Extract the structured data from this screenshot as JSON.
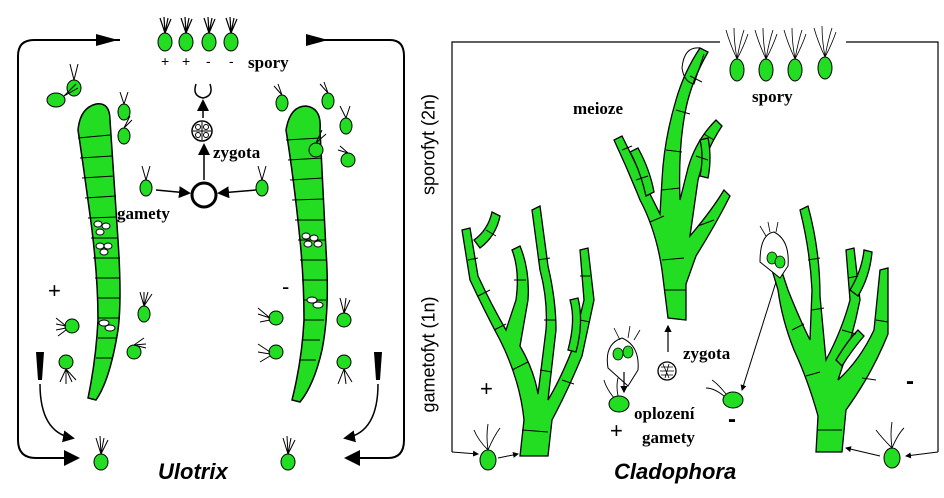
{
  "ulotrix": {
    "title": "Ulotrix",
    "spore_signs": [
      "+",
      "+",
      "-",
      "-"
    ],
    "spory": "spory",
    "zygota": "zygota",
    "gamety": "gamety",
    "plus": "+",
    "minus": "-"
  },
  "cladophora": {
    "title": "Cladophora",
    "meioze": "meioze",
    "spory": "spory",
    "sporofyt": "sporofyt (2n)",
    "gametofyt": "gametofyt (1n)",
    "zygota": "zygota",
    "oplozeni": "oplození",
    "gamety": "gamety",
    "plus_left": "+",
    "plus_center": "+",
    "minus_center": "-",
    "minus_right": "-"
  },
  "colors": {
    "filament": "#22dd22",
    "outline": "#000000",
    "background": "#ffffff"
  }
}
